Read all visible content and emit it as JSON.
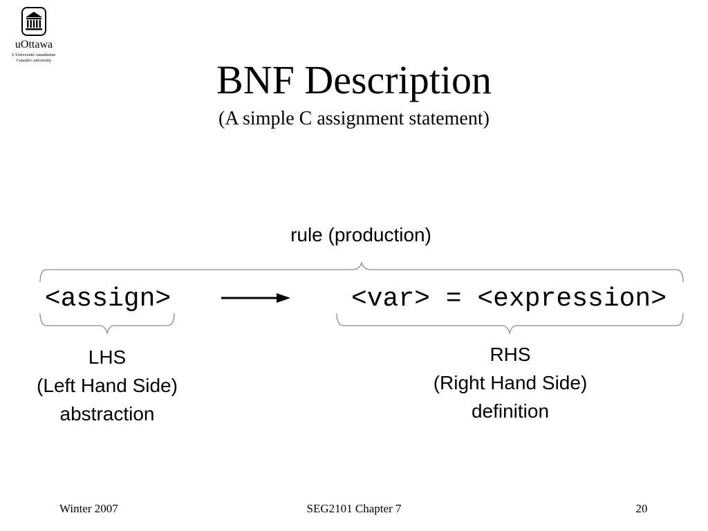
{
  "logo": {
    "icon": "university-building-icon",
    "name": "uOttawa",
    "tagline_line1": "L'Université canadienne",
    "tagline_line2": "Canada's university"
  },
  "slide": {
    "title": "BNF Description",
    "subtitle": "(A simple C assignment statement)"
  },
  "figure": {
    "rule_label": "rule (production)",
    "lhs_code": "<assign>",
    "rhs_code": "<var> = <expression>",
    "lhs_lines": [
      "LHS",
      "(Left Hand Side)",
      "abstraction"
    ],
    "rhs_lines": [
      "RHS",
      "(Right Hand Side)",
      "definition"
    ]
  },
  "footer": {
    "left": "Winter 2007",
    "center": "SEG2101 Chapter 7",
    "right": "20"
  }
}
